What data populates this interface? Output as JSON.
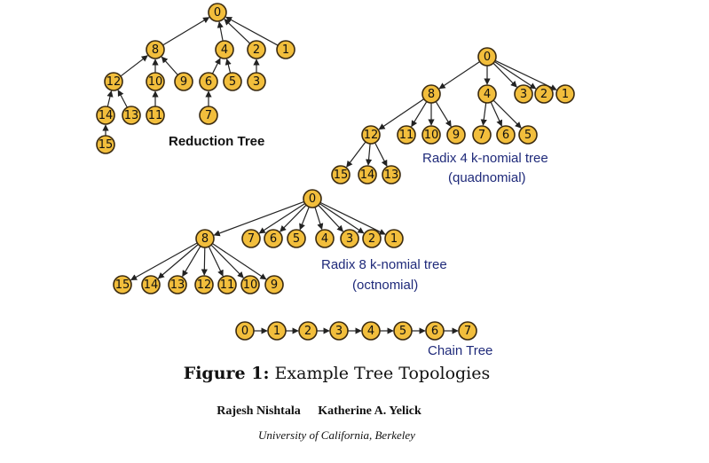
{
  "reduction_tree": {
    "label": "Reduction Tree",
    "nodes": [
      {
        "id": "0"
      },
      {
        "id": "8"
      },
      {
        "id": "4"
      },
      {
        "id": "2"
      },
      {
        "id": "1"
      },
      {
        "id": "12"
      },
      {
        "id": "10"
      },
      {
        "id": "9"
      },
      {
        "id": "6"
      },
      {
        "id": "5"
      },
      {
        "id": "3"
      },
      {
        "id": "14"
      },
      {
        "id": "13"
      },
      {
        "id": "11"
      },
      {
        "id": "7"
      },
      {
        "id": "15"
      }
    ],
    "edges": [
      [
        "8",
        "0"
      ],
      [
        "4",
        "0"
      ],
      [
        "2",
        "0"
      ],
      [
        "1",
        "0"
      ],
      [
        "12",
        "8"
      ],
      [
        "10",
        "8"
      ],
      [
        "9",
        "8"
      ],
      [
        "6",
        "4"
      ],
      [
        "5",
        "4"
      ],
      [
        "3",
        "2"
      ],
      [
        "14",
        "12"
      ],
      [
        "13",
        "12"
      ],
      [
        "11",
        "10"
      ],
      [
        "7",
        "6"
      ],
      [
        "15",
        "14"
      ]
    ]
  },
  "radix4_tree": {
    "label_line1": "Radix 4 k-nomial tree",
    "label_line2": "(quadnomial)",
    "edges": [
      [
        "0",
        "8"
      ],
      [
        "0",
        "4"
      ],
      [
        "0",
        "3"
      ],
      [
        "0",
        "2"
      ],
      [
        "0",
        "1"
      ],
      [
        "8",
        "12"
      ],
      [
        "8",
        "11"
      ],
      [
        "8",
        "10"
      ],
      [
        "8",
        "9"
      ],
      [
        "4",
        "7"
      ],
      [
        "4",
        "6"
      ],
      [
        "4",
        "5"
      ],
      [
        "12",
        "15"
      ],
      [
        "12",
        "14"
      ],
      [
        "12",
        "13"
      ]
    ]
  },
  "radix8_tree": {
    "label_line1": "Radix 8 k-nomial tree",
    "label_line2": "(octnomial)",
    "edges": [
      [
        "0",
        "8"
      ],
      [
        "0",
        "7"
      ],
      [
        "0",
        "6"
      ],
      [
        "0",
        "5"
      ],
      [
        "0",
        "4"
      ],
      [
        "0",
        "3"
      ],
      [
        "0",
        "2"
      ],
      [
        "0",
        "1"
      ],
      [
        "8",
        "15"
      ],
      [
        "8",
        "14"
      ],
      [
        "8",
        "13"
      ],
      [
        "8",
        "12"
      ],
      [
        "8",
        "11"
      ],
      [
        "8",
        "10"
      ],
      [
        "8",
        "9"
      ]
    ]
  },
  "chain_tree": {
    "label": "Chain Tree",
    "nodes": [
      "0",
      "1",
      "2",
      "3",
      "4",
      "5",
      "6",
      "7"
    ]
  },
  "caption": {
    "figure_label": "Figure 1:",
    "figure_title": "Example Tree Topologies"
  },
  "authors": {
    "author1": "Rajesh Nishtala",
    "author2": "Katherine A. Yelick",
    "affiliation": "University of California, Berkeley"
  },
  "colors": {
    "node_fill": "#f2be3c",
    "node_stroke": "#3a2a10",
    "label_blue": "#1f2a7a"
  }
}
